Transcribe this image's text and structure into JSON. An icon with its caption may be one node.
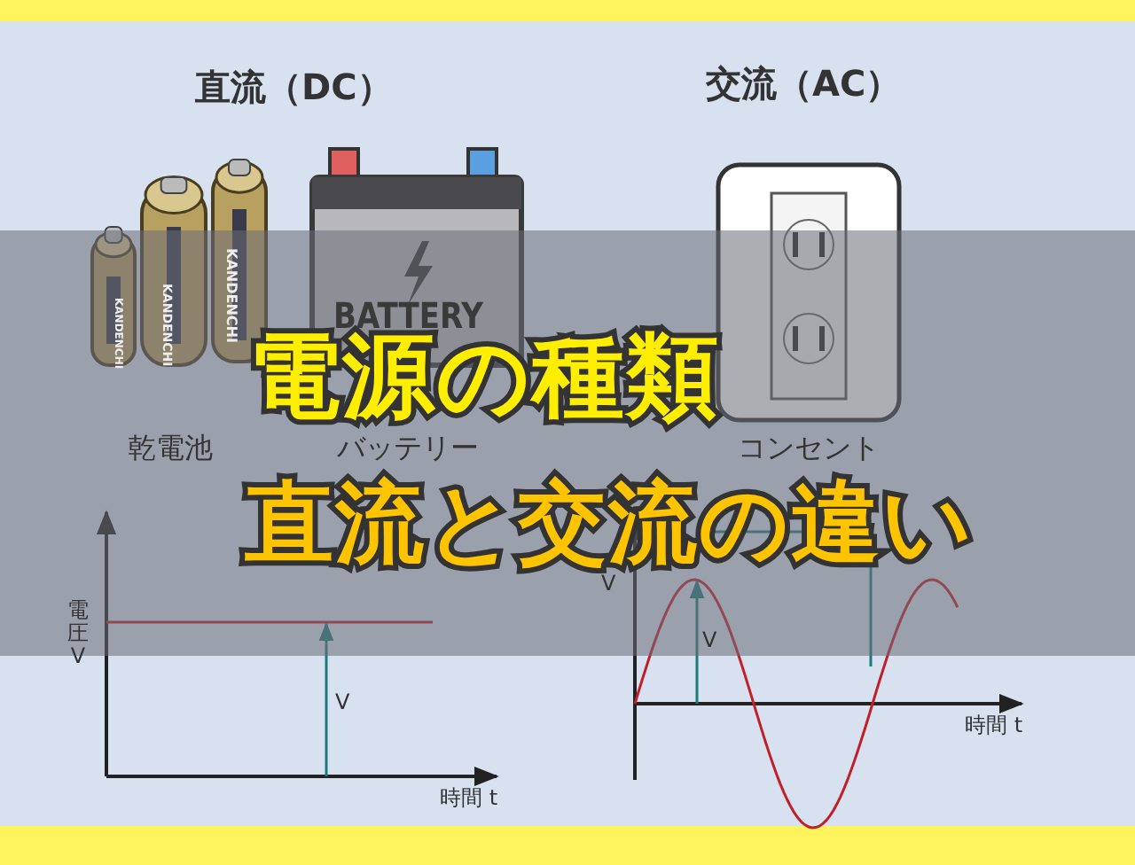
{
  "diagram": {
    "title": "電源の種類",
    "labels": [
      "直流（DC）",
      "交流（AC）",
      "KANDENCHI",
      "KANDENCHI",
      "KANDENCHI",
      "BATTERY",
      "乾電池",
      "バッテリー",
      "コンセント",
      "直流と交流の違い",
      "電圧V",
      "V",
      "時間 t",
      "V",
      "V",
      "時間 t"
    ]
  }
}
